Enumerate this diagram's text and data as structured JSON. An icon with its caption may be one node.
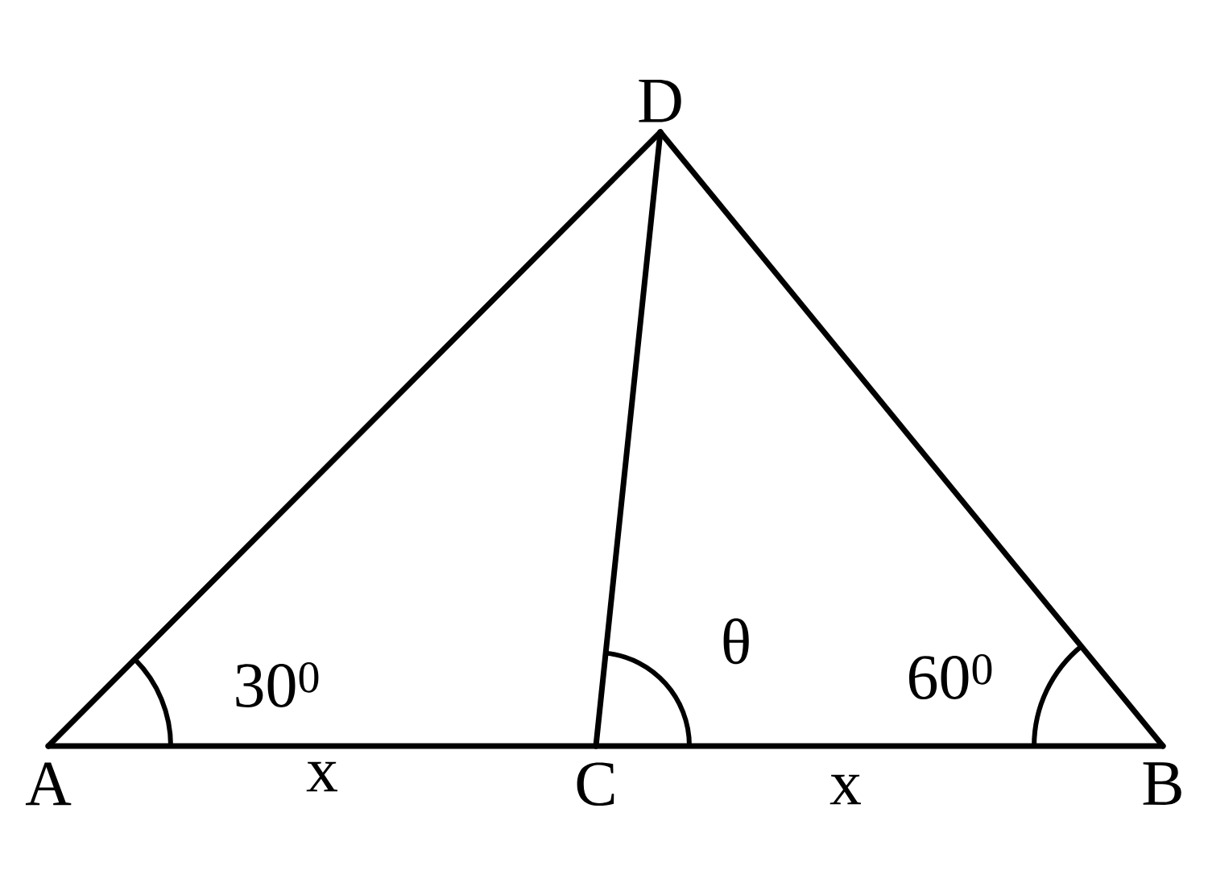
{
  "diagram": {
    "nodes": [
      {
        "text": [
          "D"
        ]
      },
      {
        "text": [
          "A"
        ]
      },
      {
        "text": [
          "C"
        ]
      },
      {
        "text": [
          "B"
        ]
      }
    ],
    "edges": [
      {
        "from": 1,
        "to": 2,
        "arrow": "none"
      },
      {
        "from": 2,
        "to": 3,
        "arrow": "none"
      },
      {
        "from": 1,
        "to": 0,
        "arrow": "none"
      },
      {
        "from": 2,
        "to": 0,
        "arrow": "none"
      },
      {
        "from": 3,
        "to": 0,
        "arrow": "none"
      }
    ],
    "labels": [
      "30$^{0}$",
      "θ",
      "60$^{0}$",
      "x",
      "x"
    ]
  }
}
